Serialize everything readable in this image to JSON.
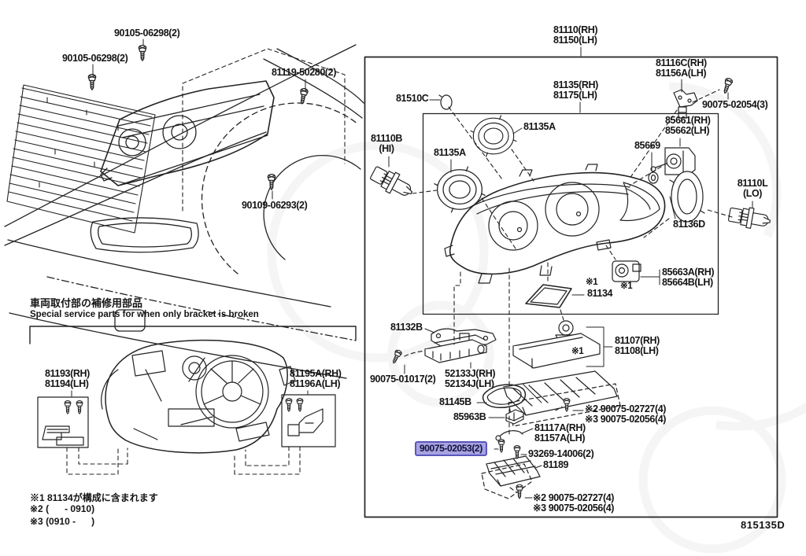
{
  "figure": {
    "code": "815135D"
  },
  "section_notes": {
    "jp": "車両取付部の補修用部品",
    "en": "Special service parts for when only bracket is broken"
  },
  "footnotes": [
    "※1 81134が構成に含まれます",
    "※2 (      - 0910)",
    "※3 (0910 -      )"
  ],
  "highlight": {
    "part": "90075-02053(2)",
    "fill": "#a7a3e1",
    "border": "#5a57bd"
  },
  "labels": {
    "star1": "※1",
    "l90105_top": "90105-06298(2)",
    "l90105_side": "90105-06298(2)",
    "l81119": "81119-50280(2)",
    "l90109": "90109-06293(2)",
    "l81110": {
      "line1": "81110(RH)",
      "line2": "81150(LH)"
    },
    "l81116C": {
      "line1": "81116C(RH)",
      "line2": "81156A(LH)"
    },
    "l90075_02054": "90075-02054(3)",
    "l81135": {
      "line1": "81135(RH)",
      "line2": "81175(LH)"
    },
    "l81510C": "81510C",
    "l81135A_a": "81135A",
    "l81135A_b": "81135A",
    "l81110B": {
      "line1": "81110B",
      "line2": "(HI)"
    },
    "l85661": {
      "line1": "85661(RH)",
      "line2": "85662(LH)"
    },
    "l85669": "85669",
    "l81110L": {
      "line1": "81110L",
      "line2": "(LO)"
    },
    "l81136D": "81136D",
    "l85663A": {
      "line1": "85663A(RH)",
      "line2": "85664B(LH)"
    },
    "l81134": "81134",
    "l81132B": "81132B",
    "l90075_01017": "90075-01017(2)",
    "l52133J": {
      "line1": "52133J(RH)",
      "line2": "52134J(LH)"
    },
    "l81107": {
      "line1": "81107(RH)",
      "line2": "81108(LH)"
    },
    "l81145B": "81145B",
    "l85963B": "85963B",
    "star2_bolt": "※2 90075-02727(4)",
    "star3_bolt": "※3 90075-02056(4)",
    "l81117A": {
      "line1": "81117A(RH)",
      "line2": "81157A(LH)"
    },
    "l90075_02053": "90075-02053(2)",
    "l93269": "93269-14006(2)",
    "l81189": "81189",
    "l81193": {
      "line1": "81193(RH)",
      "line2": "81194(LH)"
    },
    "l81195A": {
      "line1": "81195A(RH)",
      "line2": "81196A(LH)"
    }
  }
}
